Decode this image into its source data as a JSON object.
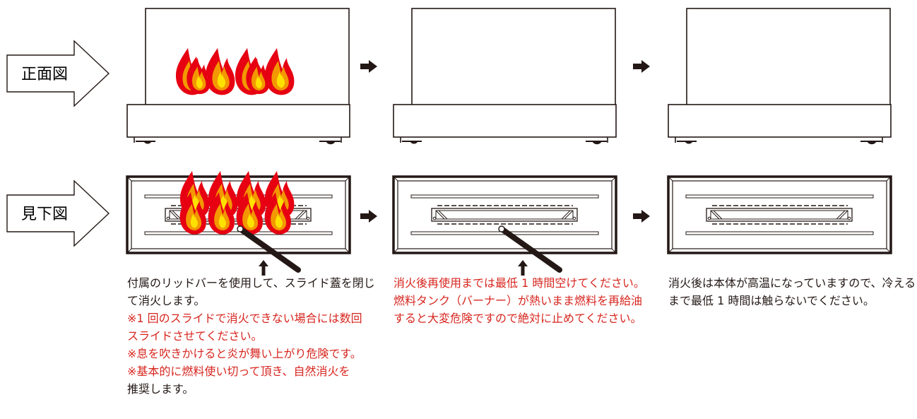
{
  "row_labels": {
    "front": "正面図",
    "top": "見下図"
  },
  "colors": {
    "line": "#231815",
    "red_text": "#d7261f",
    "black_text": "#231815",
    "flame_outer": "#e60012",
    "flame_mid": "#f39800",
    "flame_inner": "#ffe100"
  },
  "steps": [
    {
      "id": "step-1",
      "has_flame": true,
      "has_bar": true,
      "captions": [
        {
          "text": "付属のリッドバーを使用して、スライド蓋を閉じ",
          "color": "black"
        },
        {
          "text": "て消火します。",
          "color": "black"
        },
        {
          "text": "※1 回のスライドで消火できない場合には数回",
          "color": "red"
        },
        {
          "text": "スライドさせてください。",
          "color": "red"
        },
        {
          "text": "※息を吹きかけると炎が舞い上がり危険です。",
          "color": "red"
        },
        {
          "text": "※基本的に燃料使い切って頂き、自然消火を",
          "color": "red"
        },
        {
          "text": "推奨します。",
          "color": "black"
        }
      ]
    },
    {
      "id": "step-2",
      "has_flame": false,
      "has_bar": true,
      "captions": [
        {
          "text": "消火後再使用までは最低 1 時間空けてください。",
          "color": "red"
        },
        {
          "text": "燃料タンク（バーナー）が熱いまま燃料を再給油",
          "color": "red"
        },
        {
          "text": "すると大変危険ですので絶対に止めてください。",
          "color": "red"
        }
      ]
    },
    {
      "id": "step-3",
      "has_flame": false,
      "has_bar": false,
      "captions": [
        {
          "text": "消火後は本体が高温になっていますので、冷える",
          "color": "black"
        },
        {
          "text": "まで最低 1 時間は触らないでください。",
          "color": "black"
        }
      ]
    }
  ]
}
